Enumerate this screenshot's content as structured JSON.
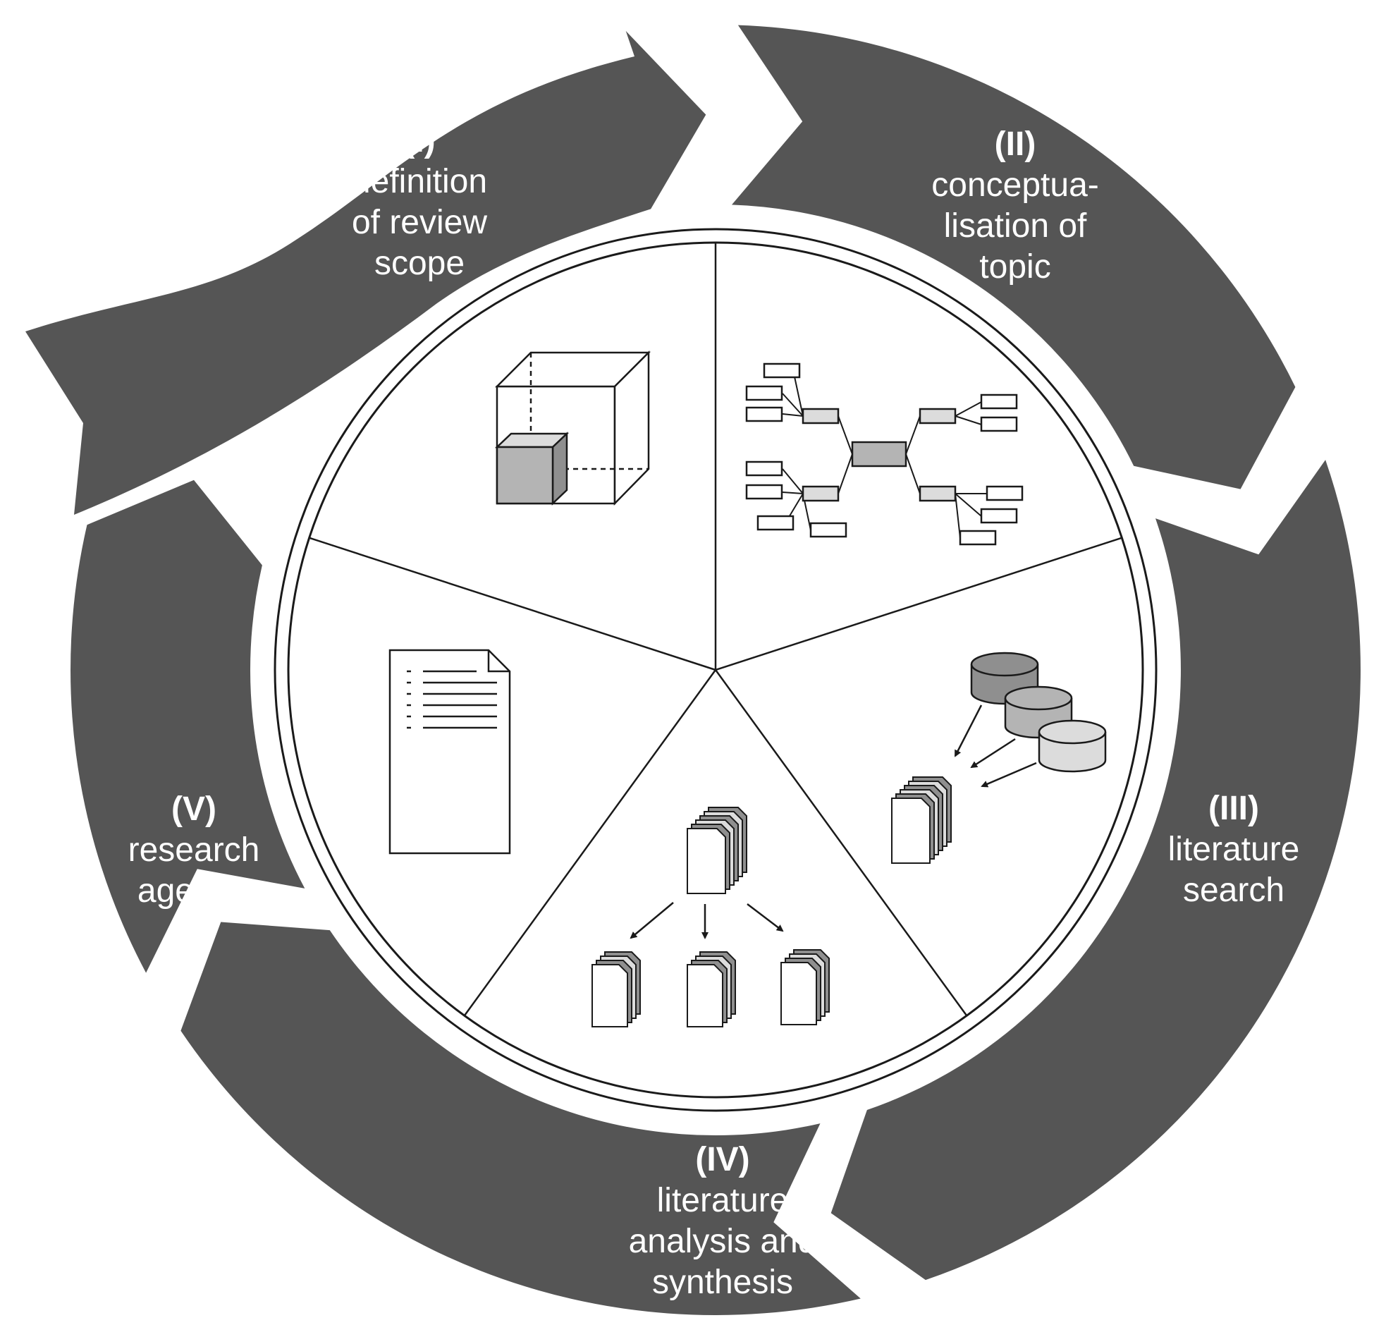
{
  "diagram": {
    "colors": {
      "ring": "#555555",
      "outline": "#1a1a1a",
      "light_fill": "#dcdcdc",
      "mid_fill": "#b4b4b4",
      "dark_fill": "#8f8f8f",
      "background": "#ffffff"
    },
    "stages": [
      {
        "id": "I",
        "number": "(I)",
        "lines": [
          "definition",
          "of review",
          "scope"
        ],
        "icon": "cube-scope-icon"
      },
      {
        "id": "II",
        "number": "(II)",
        "lines": [
          "conceptua-",
          "lisation of",
          "topic"
        ],
        "icon": "concept-map-icon"
      },
      {
        "id": "III",
        "number": "(III)",
        "lines": [
          "literature",
          "search"
        ],
        "icon": "database-search-icon"
      },
      {
        "id": "IV",
        "number": "(IV)",
        "lines": [
          "literature",
          "analysis and",
          "synthesis"
        ],
        "icon": "document-split-icon"
      },
      {
        "id": "V",
        "number": "(V)",
        "lines": [
          "research",
          "agenda"
        ],
        "icon": "document-list-icon"
      }
    ]
  }
}
